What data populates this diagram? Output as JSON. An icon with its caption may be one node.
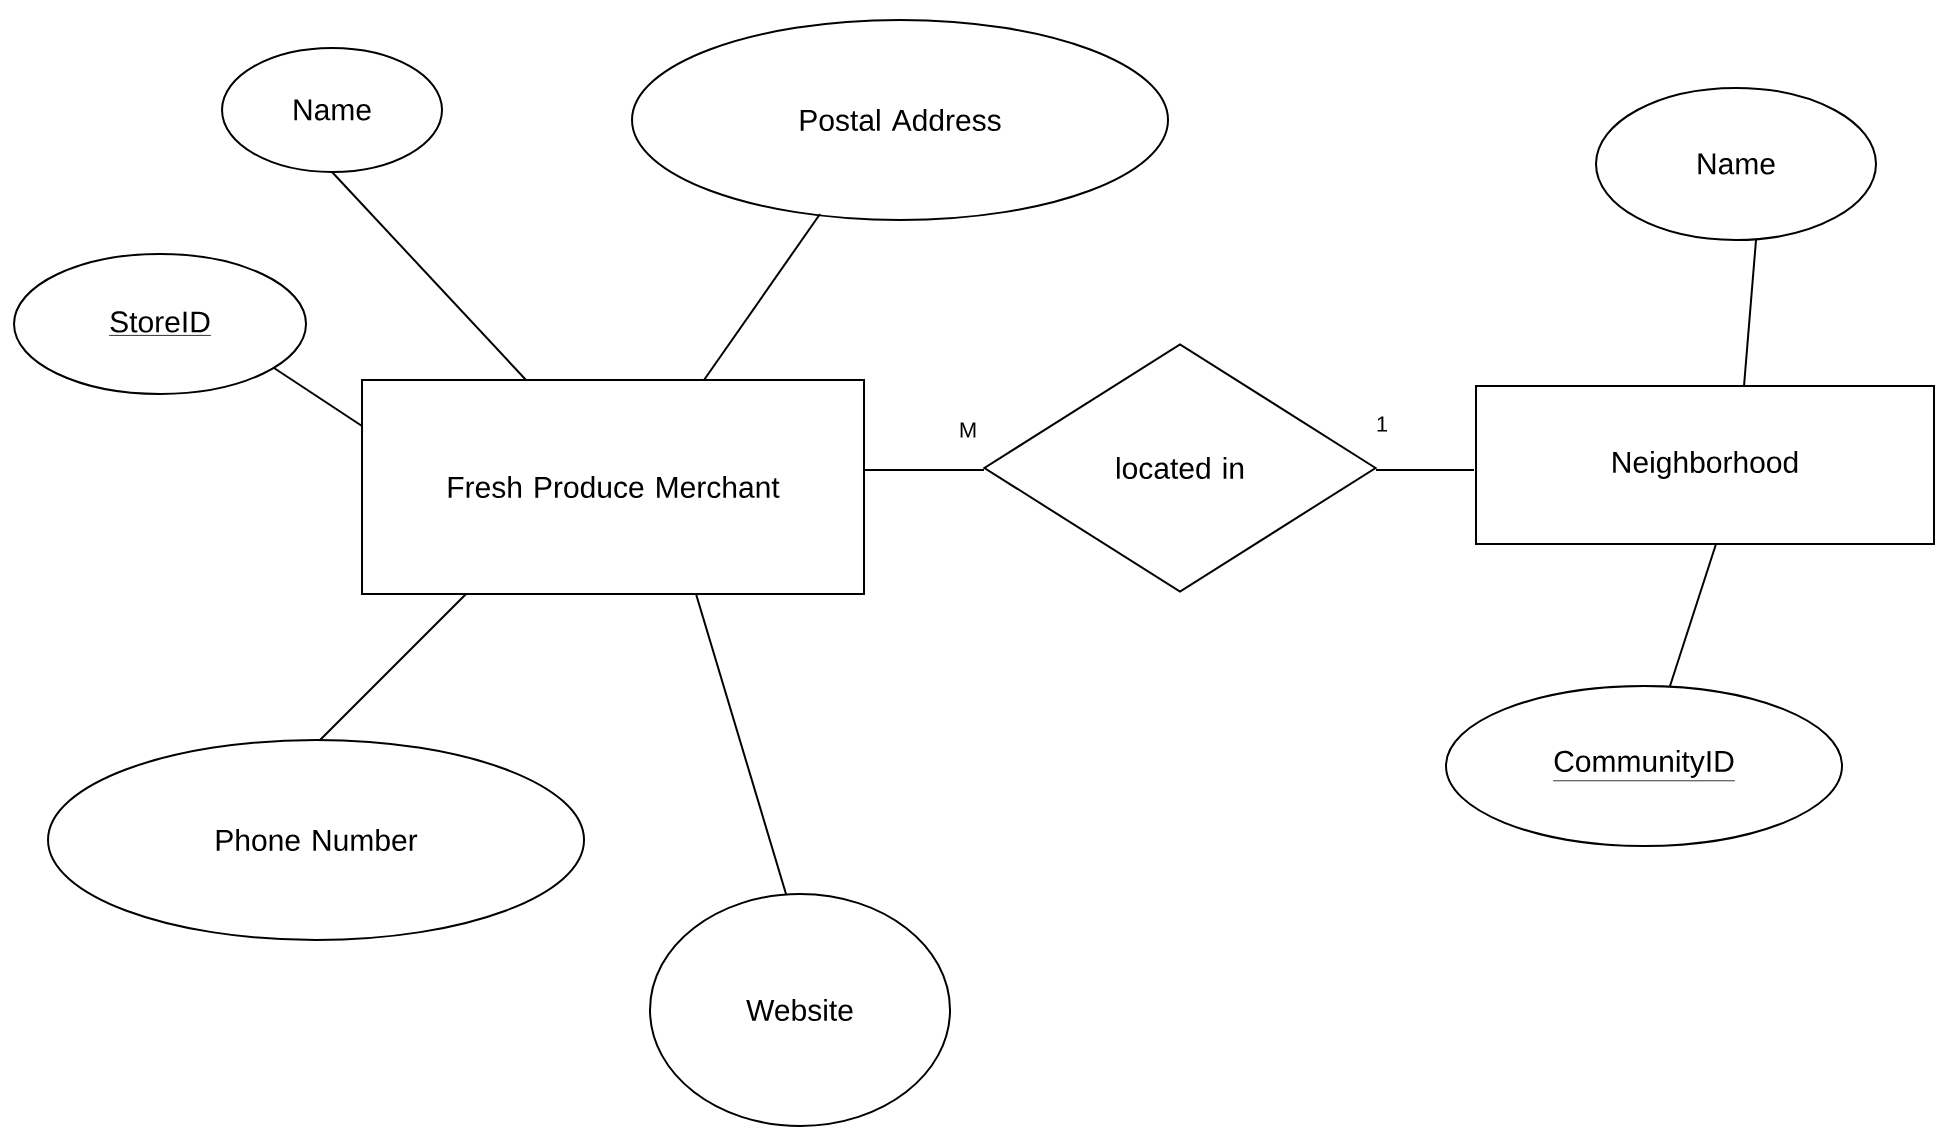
{
  "diagram": {
    "nodes": [
      {
        "text": [
          "Name"
        ]
      },
      {
        "text": [
          "Postal Address"
        ]
      },
      {
        "text": [
          "Name"
        ]
      },
      {
        "text": [
          "StoreID"
        ]
      },
      {
        "text": [
          "Fresh Produce Merchant"
        ]
      },
      {
        "text": [
          "located in"
        ]
      },
      {
        "text": [
          "Neighborhood"
        ]
      },
      {
        "text": [
          "CommunityID"
        ]
      },
      {
        "text": [
          "Phone Number"
        ]
      },
      {
        "text": [
          "Website"
        ]
      }
    ],
    "edges": [
      {
        "from": 4,
        "to": 0,
        "arrow": "none"
      },
      {
        "from": 4,
        "to": 1,
        "arrow": "none"
      },
      {
        "from": 4,
        "to": 3,
        "arrow": "none"
      },
      {
        "from": 4,
        "to": 8,
        "arrow": "none"
      },
      {
        "from": 4,
        "to": 9,
        "arrow": "none"
      },
      {
        "from": 4,
        "to": 5,
        "arrow": "none",
        "label": "M"
      },
      {
        "from": 5,
        "to": 6,
        "arrow": "none",
        "label": "1"
      },
      {
        "from": 6,
        "to": 2,
        "arrow": "none"
      },
      {
        "from": 6,
        "to": 7,
        "arrow": "none"
      }
    ]
  }
}
